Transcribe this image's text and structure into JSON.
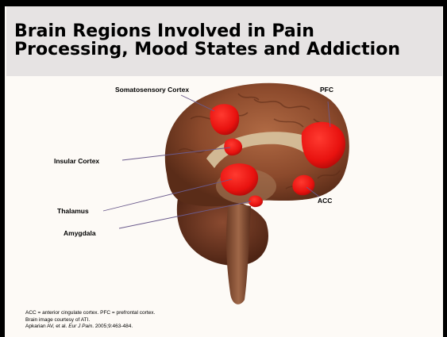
{
  "slide": {
    "title_line1": "Brain Regions Involved in Pain",
    "title_line2": "Processing, Mood States and Addiction"
  },
  "labels": {
    "somatosensory": "Somatosensory Cortex",
    "pfc": "PFC",
    "insular": "Insular Cortex",
    "acc": "ACC",
    "thalamus": "Thalamus",
    "amygdala": "Amygdala"
  },
  "footnote": {
    "line1": "ACC = anterior cingulate cortex. PFC = prefrontal cortex.",
    "line2": "Brain image courtesy of ATI.",
    "line3_prefix": "Apkarian AV, et al. ",
    "line3_journal": "Eur J Pain",
    "line3_suffix": ". 2005;9:463-484."
  },
  "colors": {
    "highlight_red": "#e8120f",
    "brain_brown": "#8a4a2c",
    "pointer_line": "#6a5a8c"
  }
}
